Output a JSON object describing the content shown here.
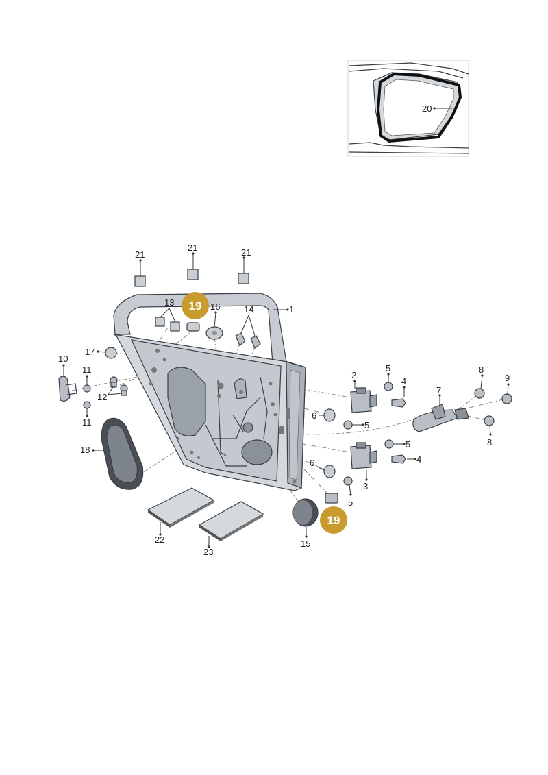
{
  "inset": {
    "label": "20"
  },
  "labels": {
    "p1": "1",
    "p2": "2",
    "p3": "3",
    "p4a": "4",
    "p4b": "4",
    "p5a": "5",
    "p5b": "5",
    "p5c": "5",
    "p5d": "5",
    "p6a": "6",
    "p6b": "6",
    "p7": "7",
    "p8a": "8",
    "p8b": "8",
    "p9": "9",
    "p10": "10",
    "p11a": "11",
    "p11b": "11",
    "p12": "12",
    "p13": "13",
    "p14": "14",
    "p15": "15",
    "p16": "16",
    "p17": "17",
    "p18": "18",
    "p21a": "21",
    "p21b": "21",
    "p21c": "21",
    "p22": "22",
    "p23": "23"
  },
  "highlights": [
    {
      "label": "19",
      "color": "#c99a2e"
    },
    {
      "label": "19",
      "color": "#c99a2e"
    }
  ],
  "colors": {
    "part_fill": "#d4d9de",
    "part_dark": "#a9b0b7",
    "highlight": "#c99a2e"
  }
}
